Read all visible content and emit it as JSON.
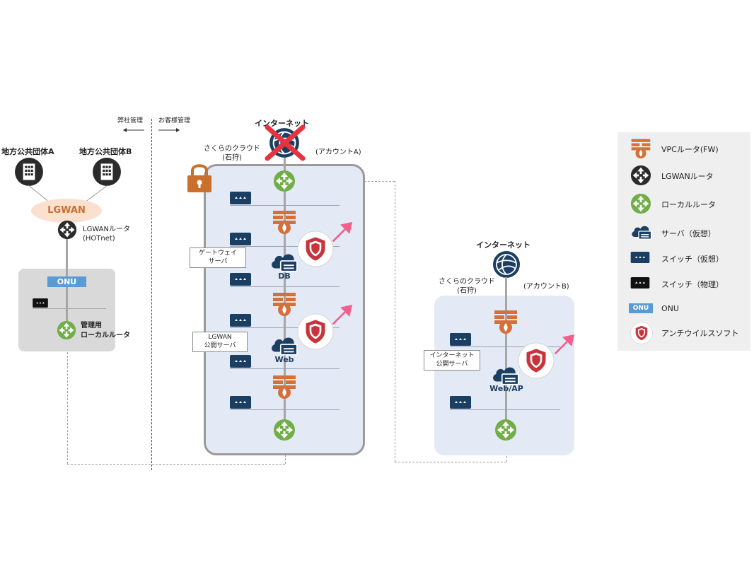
{
  "headers": {
    "ours": "弊社管理",
    "customer": "お客様管理"
  },
  "left": {
    "org_a": "地方公共団体A",
    "org_b": "地方公共団体B",
    "lgwan": "LGWAN",
    "lgwan_router": "LGWANルータ",
    "lgwan_router_sub": "(HOTnet)",
    "onu": "ONU",
    "mgmt_router_1": "管理用",
    "mgmt_router_2": "ローカルルータ"
  },
  "account_a": {
    "internet": "インターネット",
    "cloud_1": "さくらのクラウド",
    "cloud_2": "(石狩)",
    "account": "(アカウントA)",
    "gateway_1": "ゲートウェイ",
    "gateway_2": "サーバ",
    "db": "DB",
    "lgwan_server_1": "LGWAN",
    "lgwan_server_2": "公開サーバ",
    "web": "Web"
  },
  "account_b": {
    "internet": "インターネット",
    "cloud_1": "さくらのクラウド",
    "cloud_2": "(石狩)",
    "account": "(アカウントB)",
    "public_server_1": "インターネット",
    "public_server_2": "公開サーバ",
    "webap": "Web/AP"
  },
  "legend": [
    {
      "icon": "vpc-router-icon",
      "label": "VPCルータ(FW)"
    },
    {
      "icon": "lgwan-router-icon",
      "label": "LGWANルータ"
    },
    {
      "icon": "local-router-icon",
      "label": "ローカルルータ"
    },
    {
      "icon": "server-icon",
      "label": "サーバ（仮想）"
    },
    {
      "icon": "switch-virtual-icon",
      "label": "スイッチ（仮想）"
    },
    {
      "icon": "switch-physical-icon",
      "label": "スイッチ（物理）"
    },
    {
      "icon": "onu-icon",
      "label": "ONU"
    },
    {
      "icon": "antivirus-icon",
      "label": "アンチウイルスソフト"
    }
  ],
  "colors": {
    "orange": "#d4703a",
    "green": "#72ae48",
    "navy": "#1b3e63",
    "red": "#c8343b",
    "pink": "#f0608a",
    "cloud_bg": "#e3eaf6",
    "onu": "#5b9bd5"
  }
}
